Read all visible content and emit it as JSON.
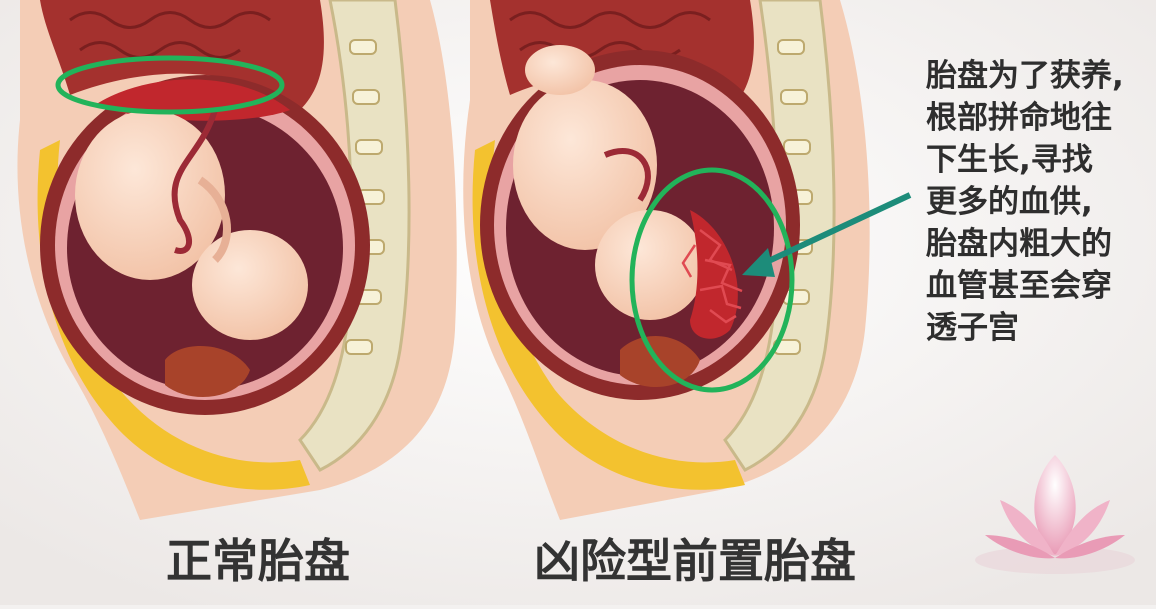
{
  "captions": {
    "normal": "正常胎盘",
    "previa": "凶险型前置胎盘"
  },
  "annotation": {
    "lines": [
      "胎盘为了获养,",
      "根部拼命地往",
      "下生长,寻找",
      "更多的血供,",
      "胎盘内粗大的",
      "血管甚至会穿",
      "透子宫"
    ]
  },
  "colors": {
    "background": "#f3f1f0",
    "highlight_ellipse": "#22b35a",
    "arrow": "#1d8c7a",
    "skin": "#f6d3be",
    "uterus_wall": "#8c2a2a",
    "placenta": "#c1272d",
    "fat_layer": "#f2c230",
    "spine": "#e8e2c4"
  },
  "icons": {
    "decoration": "lotus-flower"
  }
}
